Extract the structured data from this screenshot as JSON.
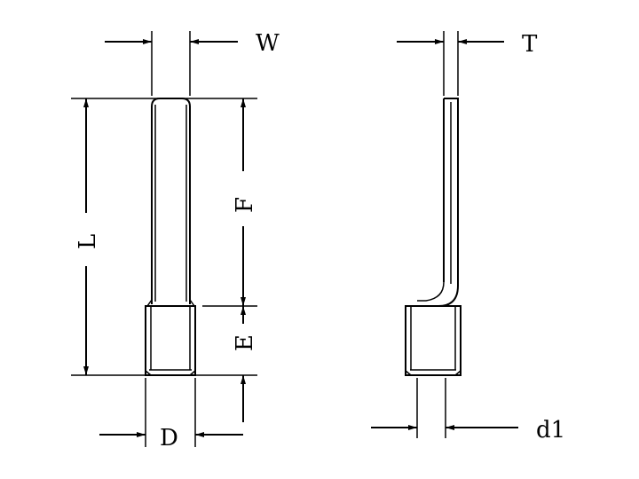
{
  "dimensions": {
    "width_label": "W",
    "thickness_label": "T",
    "length_label": "L",
    "flat_length_label": "F",
    "barrel_length_label": "E",
    "barrel_diameter_label": "D",
    "inner_diameter_label": "d1"
  },
  "colors": {
    "line": "#000000",
    "background": "#ffffff"
  }
}
